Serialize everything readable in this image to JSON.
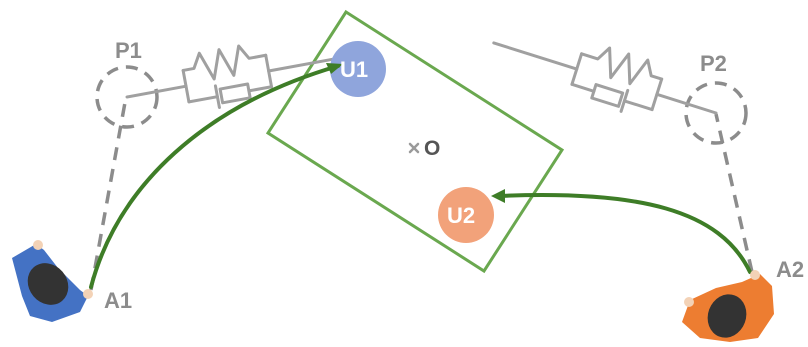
{
  "labels": {
    "p1": "P1",
    "p2": "P2",
    "u1": "U1",
    "u2": "U2",
    "o": "O",
    "a1": "A1",
    "a2": "A2"
  },
  "colors": {
    "rectangle": "#6aa84f",
    "path": "#3e7d27",
    "spring": "#a0a0a0",
    "dashed": "#8c8c8c",
    "u1_fill": "#8fa5dc",
    "u2_fill": "#f2a27a",
    "agent1": "#4472c4",
    "agent2": "#ed7d31",
    "head": "#333333",
    "center_mark": "#9a9a9a"
  },
  "icons": {
    "agent1": "person-top-view-icon",
    "agent2": "person-top-view-icon",
    "spring1": "spring-damper-icon",
    "spring2": "spring-damper-icon",
    "center": "cross-mark-icon"
  }
}
